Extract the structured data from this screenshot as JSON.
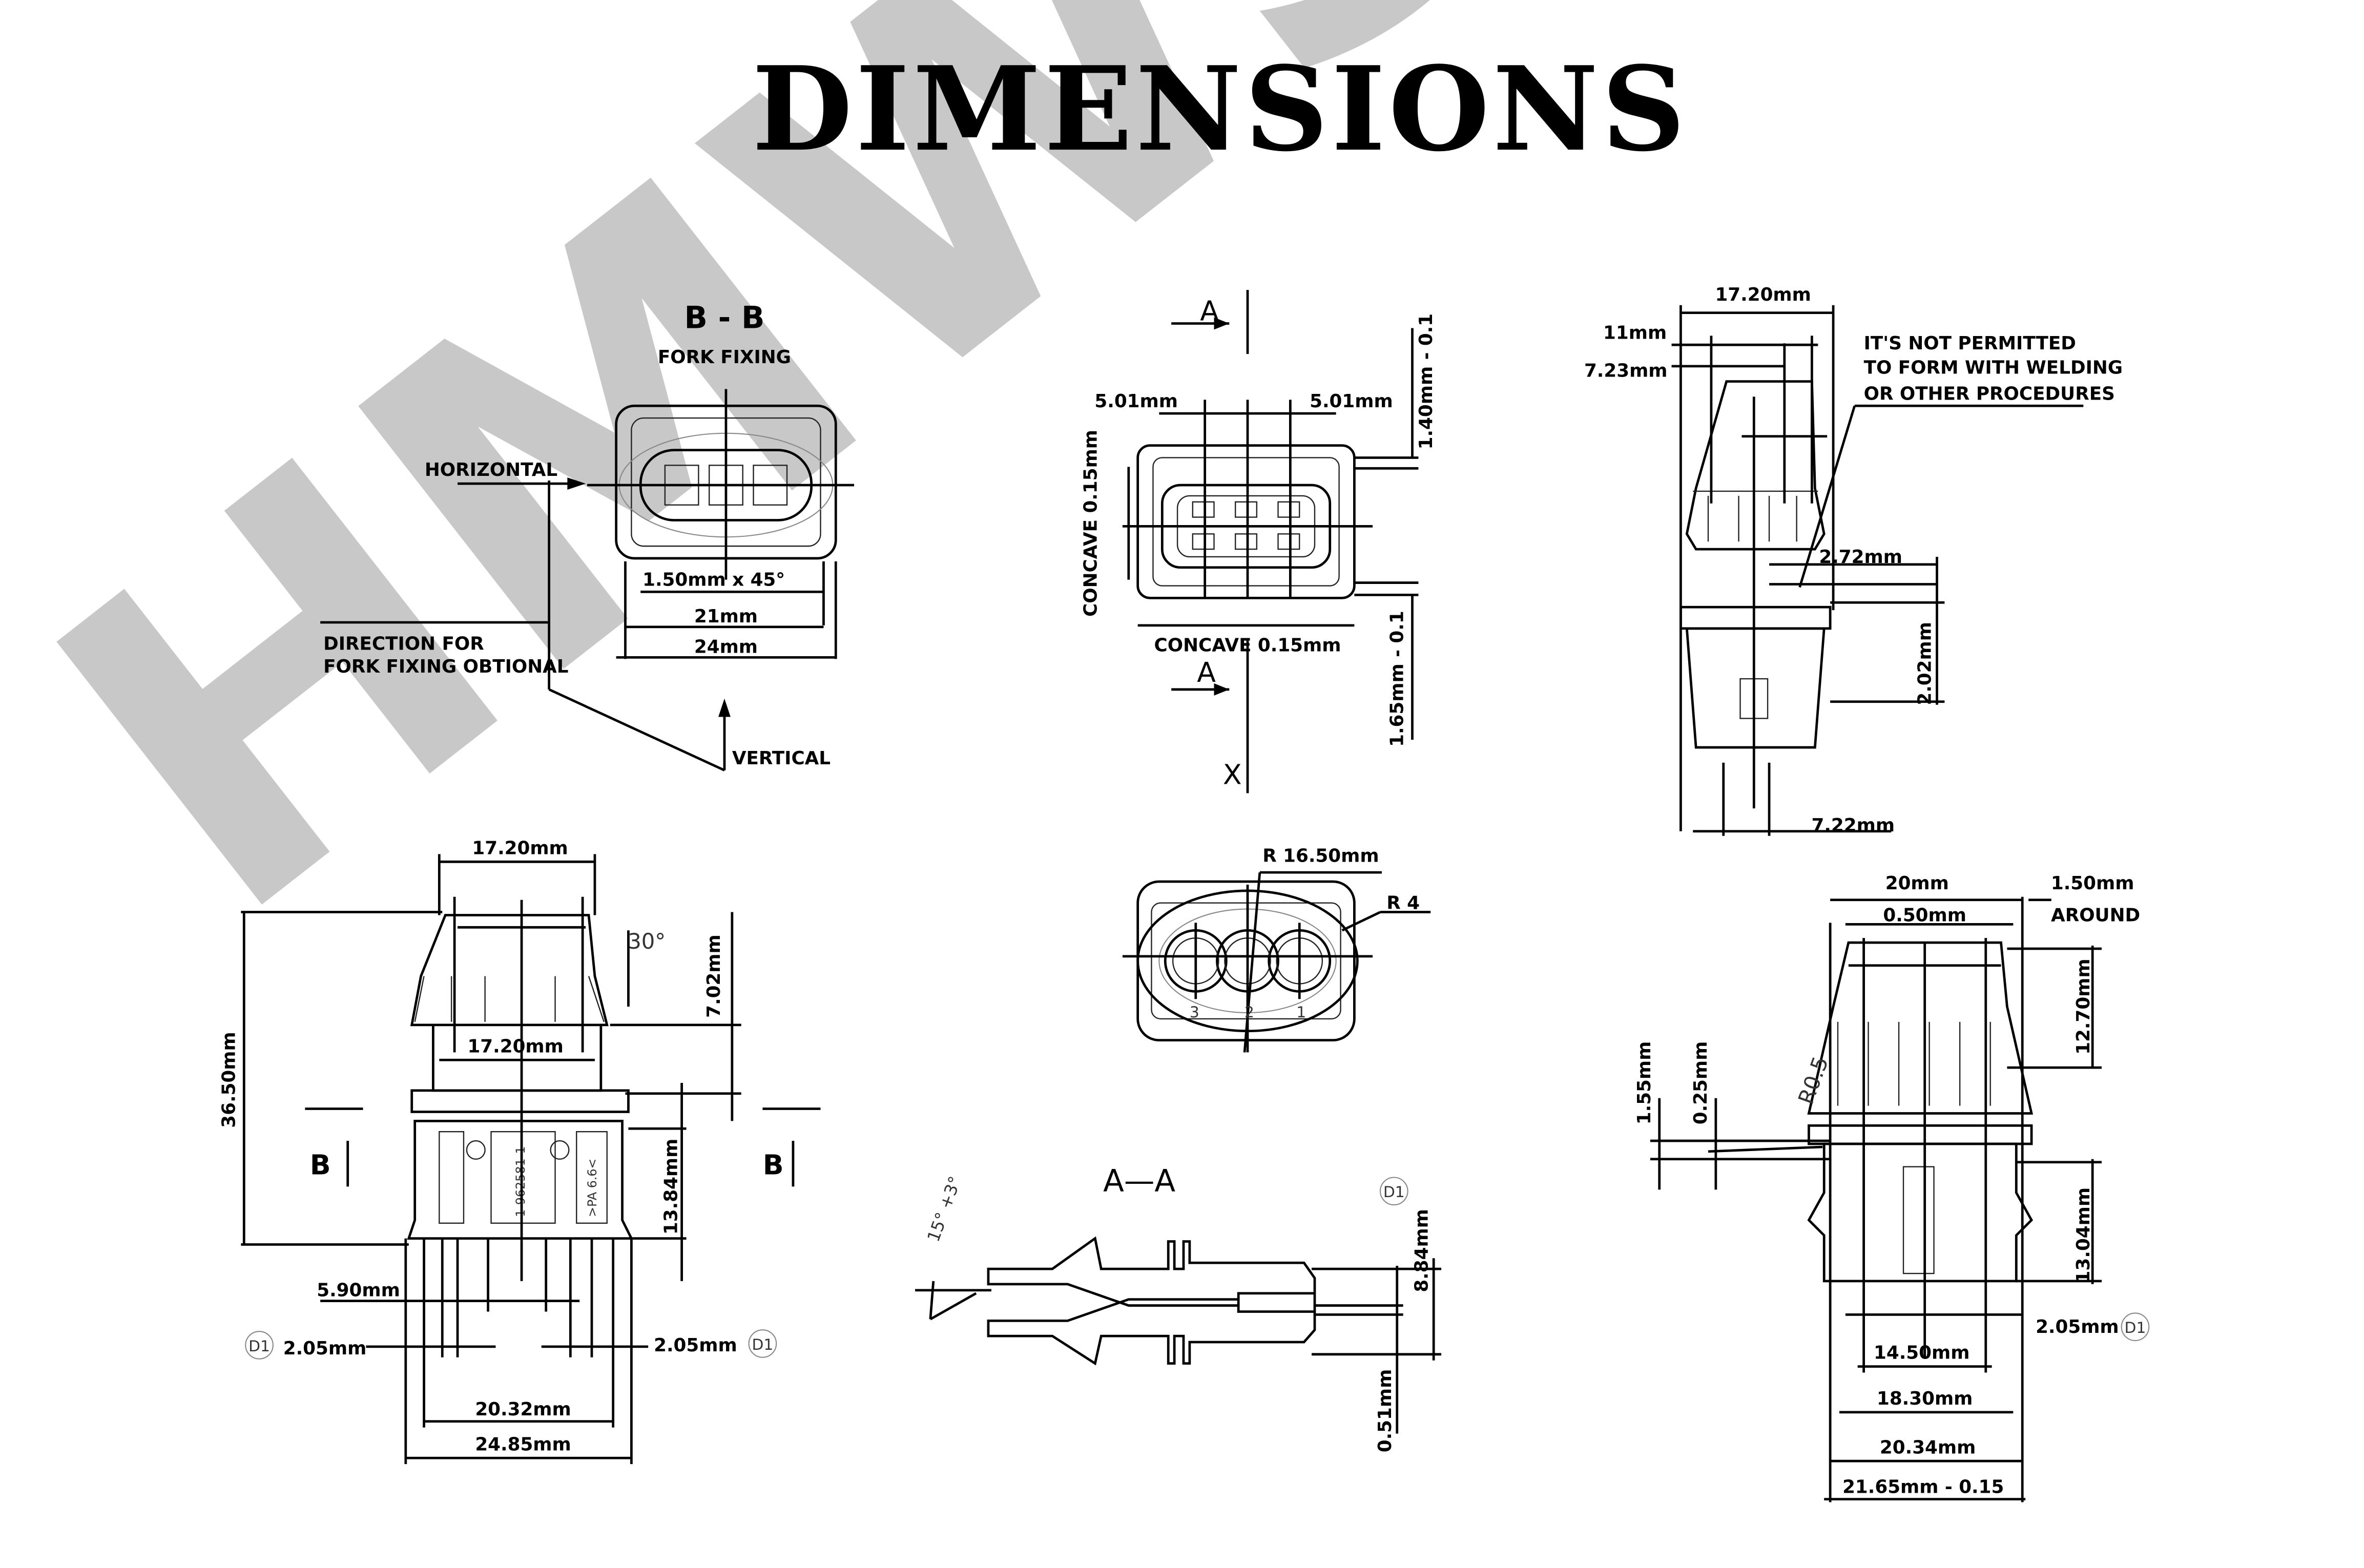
{
  "title": "DIMENSIONS",
  "watermark": "HMWS",
  "section_bb": {
    "label": "B - B",
    "subtitle": "FORK FIXING",
    "horizontal": "HORIZONTAL",
    "chamfer": "1.50mm x 45°",
    "dim_inner": "21mm",
    "dim_outer": "24mm",
    "direction_line1": "DIRECTION FOR",
    "direction_line2": "FORK FIXING OBTIONAL",
    "vertical": "VERTICAL"
  },
  "front_view": {
    "section_top": "A",
    "section_bottom": "A",
    "pitch_left": "5.01mm",
    "pitch_right": "5.01mm",
    "tol_top": "1.40mm - 0.1",
    "concave_side": "CONCAVE 0.15mm",
    "concave_bottom": "CONCAVE 0.15mm",
    "tol_bottom": "1.65mm - 0.1",
    "view_x": "X"
  },
  "side_view_top_right": {
    "width": "17.20mm",
    "dim_11": "11mm",
    "dim_723": "7.23mm",
    "note_line1": "IT'S NOT PERMITTED",
    "note_line2": "TO FORM WITH WELDING",
    "note_line3": "OR OTHER PROCEDURES",
    "dim_272": "2.72mm",
    "dim_202": "2.02mm",
    "dim_722": "7.22mm"
  },
  "face_view": {
    "radius_outer": "R 16.50mm",
    "radius_corner": "R 4",
    "pins": [
      "3",
      "2",
      "1"
    ]
  },
  "left_view": {
    "width_top": "17.20mm",
    "angle": "30°",
    "dim_702": "7.02mm",
    "width_mid": "17.20mm",
    "height": "36.50mm",
    "section_left": "B",
    "section_right": "B",
    "dim_1384": "13.84mm",
    "part_number": "1-962581-1",
    "material": ">PA 6.6<",
    "dim_590": "5.90mm",
    "datum_left": "D1",
    "dim_205_left": "2.05mm",
    "dim_205_right": "2.05mm",
    "datum_right": "D1",
    "dim_2032": "20.32mm",
    "dim_2485": "24.85mm"
  },
  "section_aa": {
    "label": "A—A",
    "angle": "15° +3°",
    "datum": "D1",
    "dim_884": "8.84mm",
    "dim_051": "0.51mm"
  },
  "right_view": {
    "dim_20": "20mm",
    "dim_150": "1.50mm",
    "around": "AROUND",
    "dim_050": "0.50mm",
    "dim_1270": "12.70mm",
    "dim_155": "1.55mm",
    "dim_025": "0.25mm",
    "radius": "R0.5",
    "dim_1304": "13.04mm",
    "dim_205": "2.05mm",
    "datum": "D1",
    "dim_1450": "14.50mm",
    "dim_1830": "18.30mm",
    "dim_2034": "20.34mm",
    "dim_2165": "21.65mm - 0.15"
  }
}
